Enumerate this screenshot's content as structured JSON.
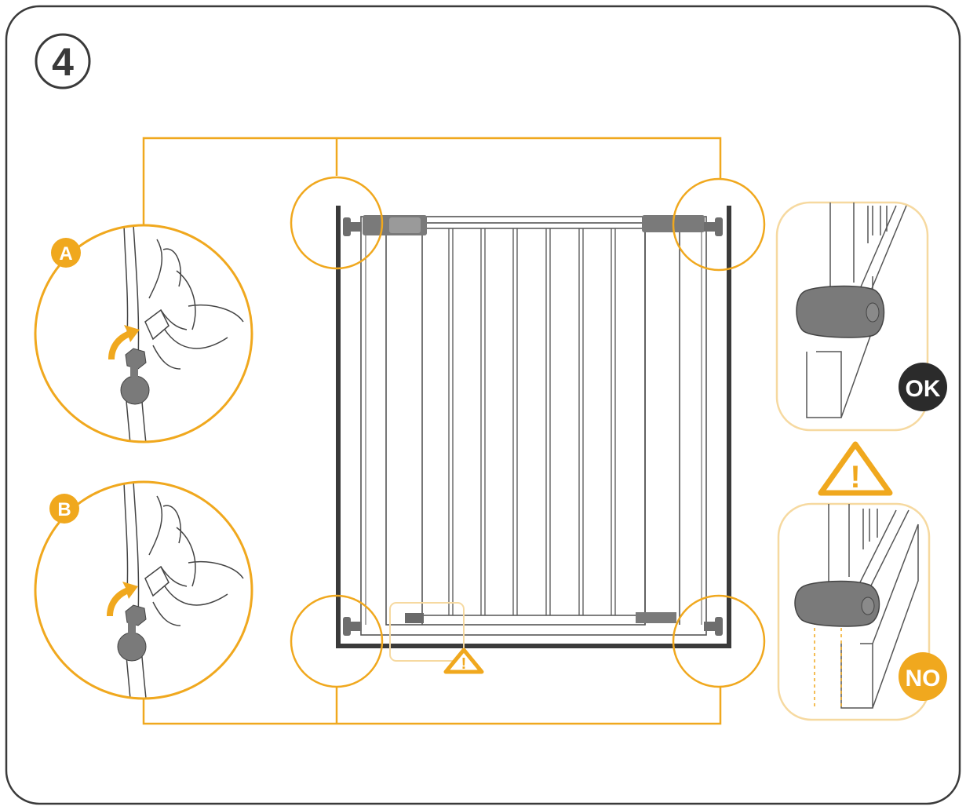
{
  "step": {
    "number": "4"
  },
  "details": {
    "a": {
      "badge": "A",
      "icon": "wrench-tighten-icon"
    },
    "b": {
      "badge": "B",
      "icon": "wrench-tighten-icon"
    }
  },
  "examples": {
    "ok": {
      "badge": "OK"
    },
    "no": {
      "badge": "NO"
    }
  },
  "warning": {
    "glyph": "!"
  },
  "colors": {
    "accent": "#F0A81E",
    "accent_light": "#F6D9A0",
    "frame": "#3A3A3A",
    "outline": "#555555",
    "part_gray": "#7A7A7A",
    "badge_dark": "#2B2B2B"
  }
}
